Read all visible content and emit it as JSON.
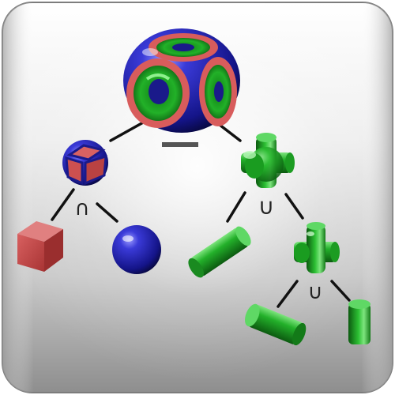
{
  "diagram": {
    "kind": "constructive-solid-geometry-tree",
    "operators": {
      "root": "−",
      "left": "∩",
      "right": "∪",
      "right_child": "∪"
    },
    "nodes": {
      "root": "difference-result",
      "left": "intersection-result",
      "right": "union-of-three-cylinders",
      "right_child": "union-of-two-cylinders",
      "leaves": [
        "cube",
        "sphere",
        "cylinder",
        "cylinder",
        "cylinder"
      ]
    }
  },
  "colors": {
    "background_top": "#f4f4f4",
    "background_bottom": "#8c8c8c",
    "primitive_red": "#c84848",
    "primitive_blue": "#1a1a9a",
    "primitive_green": "#19a31f",
    "edge": "#111111"
  }
}
